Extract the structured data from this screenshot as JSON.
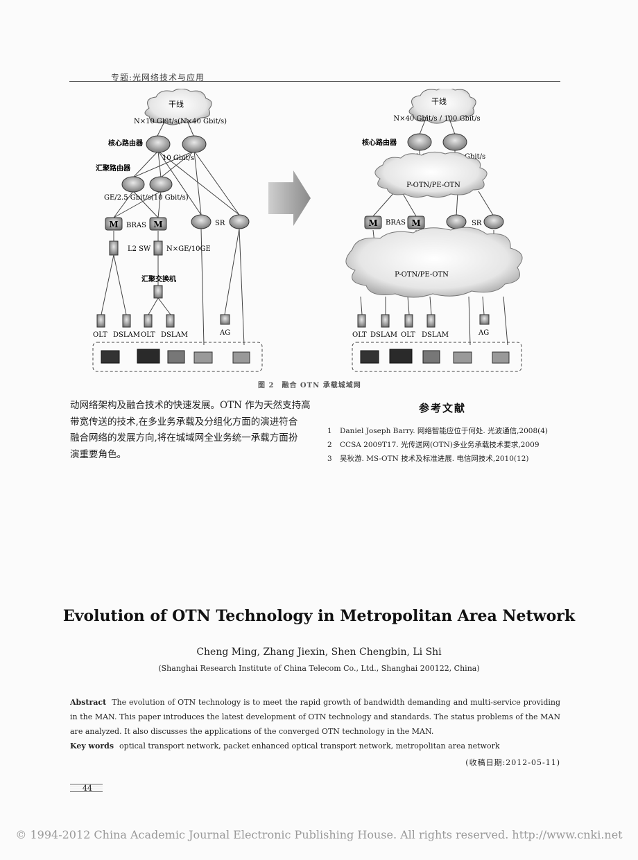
{
  "header": {
    "section": "专题:光网络技术与应用"
  },
  "figure": {
    "caption": "图 2　融合 OTN 承载城域网",
    "left": {
      "trunk": "干线",
      "trunk_rate": "N×10 Gbit/s(N×40 Gbit/s)",
      "core_router": "核心路由器",
      "core_rate": "10 Gbit/s",
      "agg_router": "汇聚路由器",
      "agg_rate": "GE/2.5 Gbit/s(10 Gbit/s)",
      "bras": "BRAS",
      "sr": "SR",
      "m_label": "M",
      "l2sw": "L2 SW",
      "ge_label": "N×GE/10GE",
      "agg_switch": "汇聚交换机",
      "ag": "AG",
      "olt1": "OLT",
      "dslam1": "DSLAM",
      "olt2": "OLT",
      "dslam2": "DSLAM"
    },
    "right": {
      "trunk": "干线",
      "trunk_rate": "N×40 Gbit/s / 100 Gbit/s",
      "core_router": "核心路由器",
      "core_rate": "40 Gbit/s / 100 Gbit/s",
      "cloud1": "P-OTN/PE-OTN",
      "bras": "BRAS",
      "sr": "SR",
      "m_label": "M",
      "cloud2": "P-OTN/PE-OTN",
      "ag": "AG",
      "olt1": "OLT",
      "dslam1": "DSLAM",
      "olt2": "OLT",
      "dslam2": "DSLAM"
    }
  },
  "body_lines": [
    "动网络架构及融合技术的快速发展。OTN 作为天然支持高",
    "带宽传送的技术,在多业务承载及分组化方面的演进符合",
    "融合网络的发展方向,将在城域网全业务统一承载方面扮",
    "演重要角色。"
  ],
  "references": {
    "title": "参考文献",
    "items": [
      {
        "num": "1",
        "text": "Daniel Joseph Barry. 网络智能应位于何处. 光波通信,2008(4)"
      },
      {
        "num": "2",
        "text": "CCSA 2009T17. 光传送网(OTN)多业务承载技术要求,2009"
      },
      {
        "num": "3",
        "text": "吴秋游. MS-OTN 技术及标准进展. 电信网技术,2010(12)"
      }
    ]
  },
  "english": {
    "title": "Evolution of OTN Technology in Metropolitan Area Network",
    "authors": "Cheng Ming, Zhang Jiexin, Shen Chengbin, Li Shi",
    "affiliation": "(Shanghai Research Institute of China Telecom Co., Ltd., Shanghai 200122, China)",
    "abstract_label": "Abstract",
    "abstract_text": "The evolution of OTN technology is to meet the rapid growth of bandwidth demanding and multi-service providing in the MAN. This paper introduces the latest development of OTN technology and standards. The status problems of the MAN are analyzed. It also discusses the applications of the converged OTN technology in the MAN.",
    "keywords_label": "Key words",
    "keywords_text": "optical transport network, packet enhanced optical transport network, metropolitan area network",
    "received": "(收稿日期:2012-05-11)"
  },
  "page_number": "44",
  "copyright": "© 1994-2012 China Academic Journal Electronic Publishing House. All rights reserved.    http://www.cnki.net"
}
